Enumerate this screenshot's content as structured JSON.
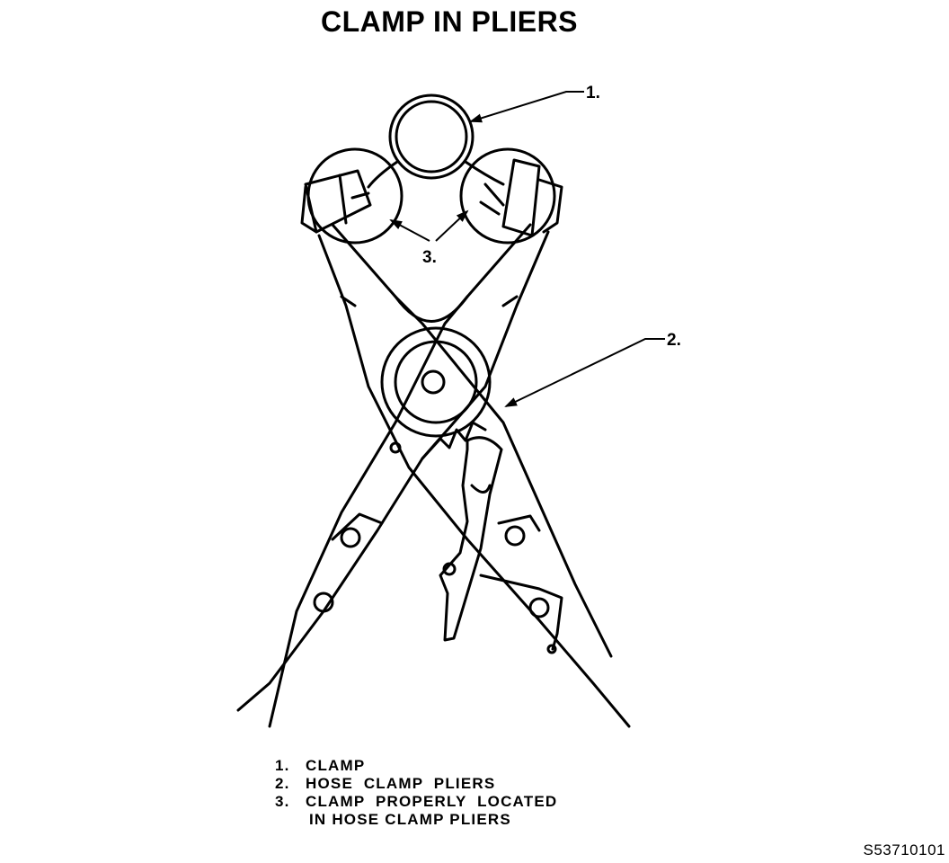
{
  "title": "CLAMP IN PLIERS",
  "callouts": {
    "c1": "1.",
    "c2": "2.",
    "c3": "3."
  },
  "legend": {
    "items": [
      {
        "num": "1.",
        "text": "CLAMP"
      },
      {
        "num": "2.",
        "text": "HOSE  CLAMP  PLIERS"
      },
      {
        "num": "3.",
        "text": "CLAMP  PROPERLY  LOCATED"
      }
    ],
    "continuation": "IN HOSE CLAMP PLIERS"
  },
  "figure_id": "S53710101"
}
